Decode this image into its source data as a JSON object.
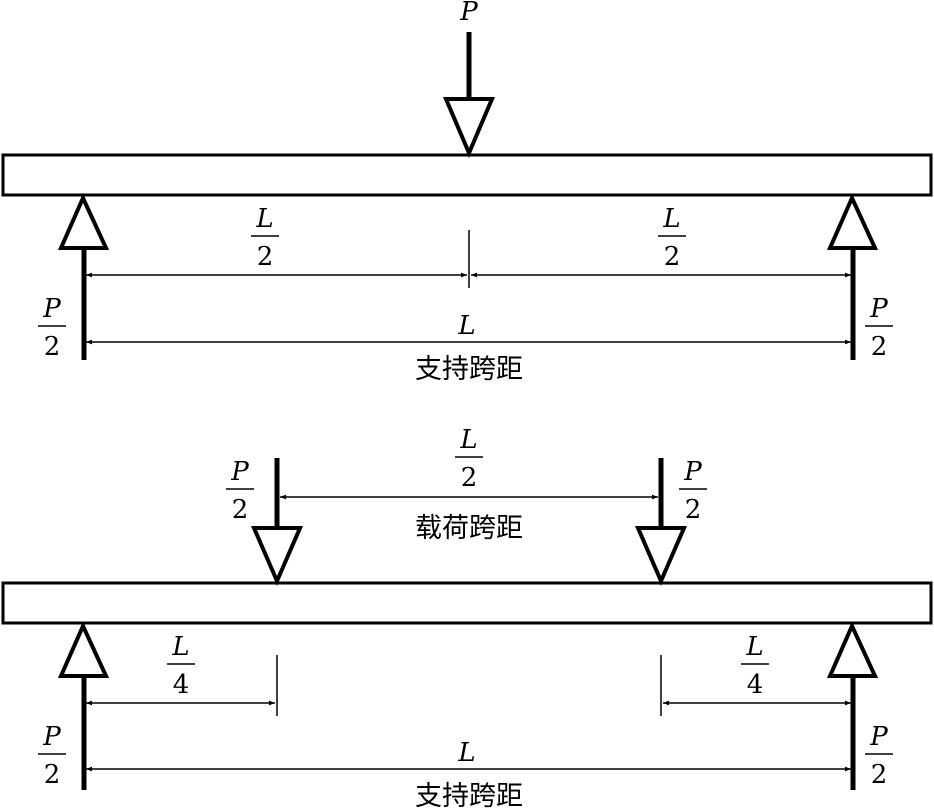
{
  "top_diagram": {
    "load_label": "P",
    "half_span_num": "L",
    "half_span_den": "2",
    "support_num": "P",
    "support_den": "2",
    "span_label": "L",
    "span_caption": "支持跨距"
  },
  "bottom_diagram": {
    "load_num": "P",
    "load_den": "2",
    "load_span_num": "L",
    "load_span_den": "2",
    "load_span_caption": "载荷跨距",
    "quarter_num": "L",
    "quarter_den": "4",
    "support_num": "P",
    "support_den": "2",
    "span_label": "L",
    "span_caption": "支持跨距"
  }
}
